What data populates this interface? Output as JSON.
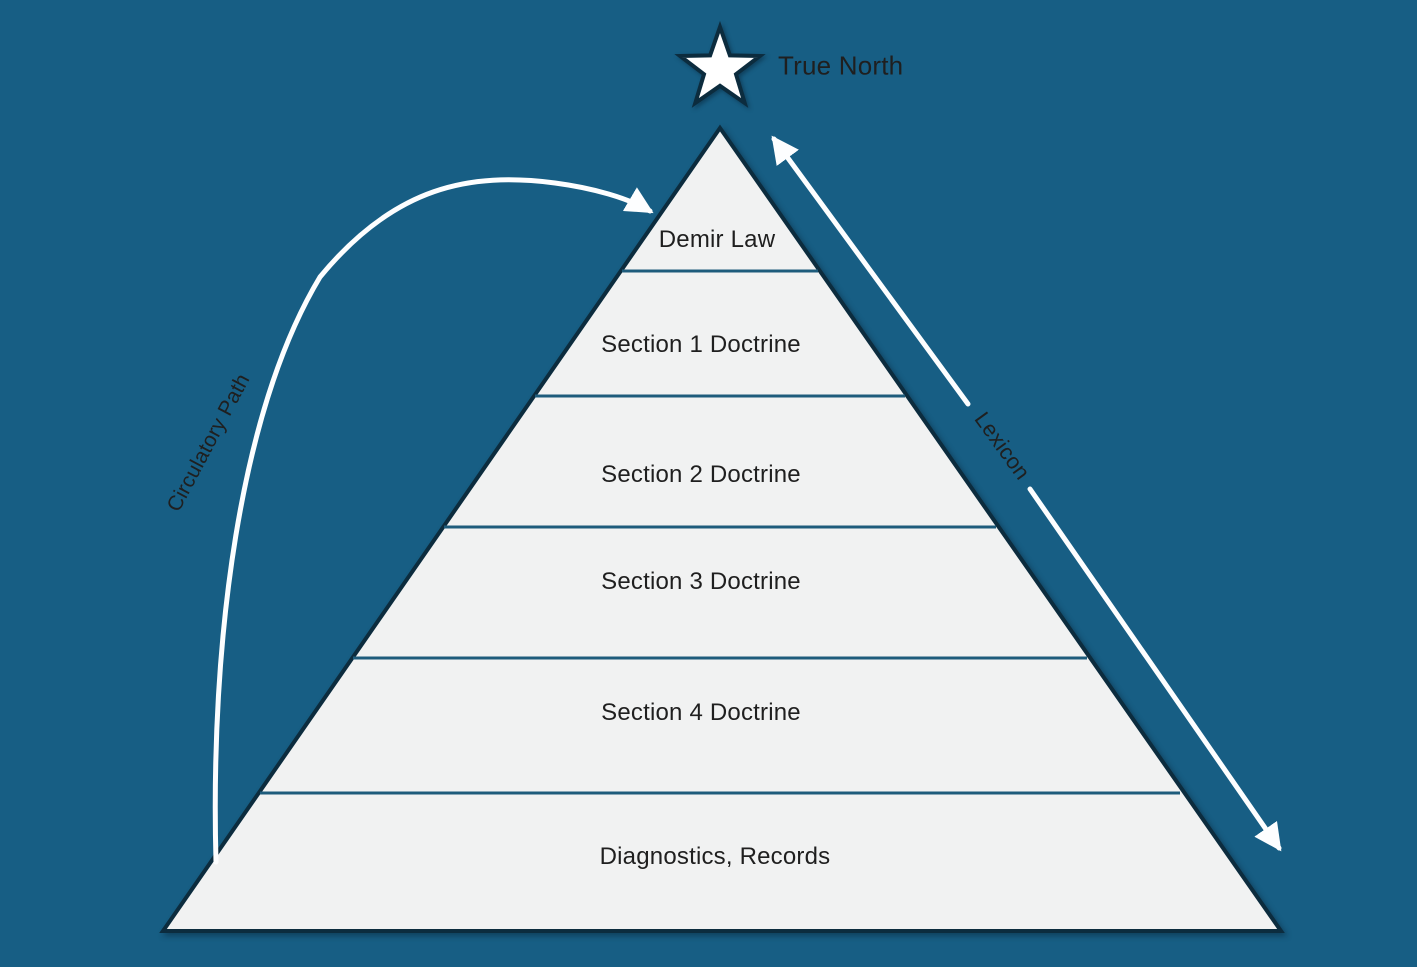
{
  "annotations": {
    "true_north_label": "True North",
    "circulatory_path_label": "Circulatory Path",
    "lexicon_label": "Lexicon"
  },
  "pyramid": {
    "levels": [
      {
        "label": "Demir Law"
      },
      {
        "label": "Section 1 Doctrine"
      },
      {
        "label": "Section 2 Doctrine"
      },
      {
        "label": "Section 3 Doctrine"
      },
      {
        "label": "Section 4 Doctrine"
      },
      {
        "label": "Diagnostics, Records"
      }
    ]
  },
  "icons": {
    "star": "star-icon",
    "curved_arrow": "curved-arrow-icon",
    "double_arrow": "double-arrow-icon"
  },
  "colors": {
    "background": "#175e84",
    "pyramid_fill": "#f1f2f2",
    "pyramid_edge": "#0c2c3e",
    "divider": "#1e5c7c",
    "arrow": "#fdfeff",
    "star_fill": "#ffffff",
    "text": "#1f1f1f"
  }
}
